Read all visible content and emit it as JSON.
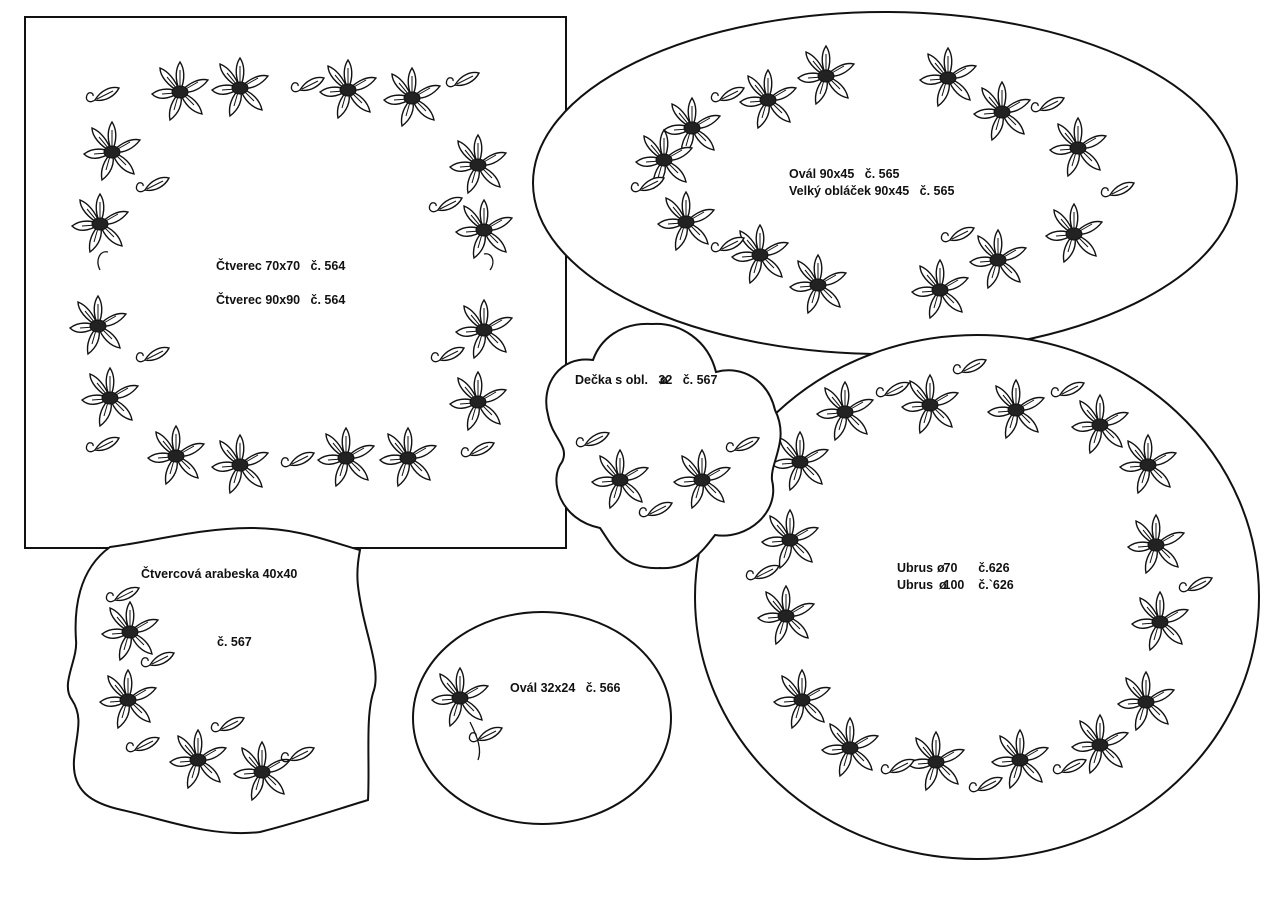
{
  "patterns": {
    "square": {
      "line1": "Čtverec 70x70   č. 564",
      "line2": "Čtverec 90x90   č. 564"
    },
    "oval_large": {
      "line1": "Ovál 90x45   č. 565",
      "line2": "Velký obláček 90x45   č. 565"
    },
    "doily": {
      "label": "Dečka s obl.   32   č. 567",
      "diameter_symbol": "ø"
    },
    "round_cloth": {
      "line1": "Ubrus   70      č.626",
      "line2": "Ubrus   100    č.`626",
      "diameter_symbol": "ø"
    },
    "arabesque": {
      "title": "Čtvercová arabeska 40x40",
      "number": "č. 567"
    },
    "oval_small": {
      "label": "Ovál 32x24   č. 566"
    }
  },
  "colors": {
    "ink": "#111111",
    "paper": "#ffffff"
  },
  "icons": [
    "flower-motif-icon",
    "scroll-leaf-icon",
    "diameter-symbol-icon"
  ]
}
